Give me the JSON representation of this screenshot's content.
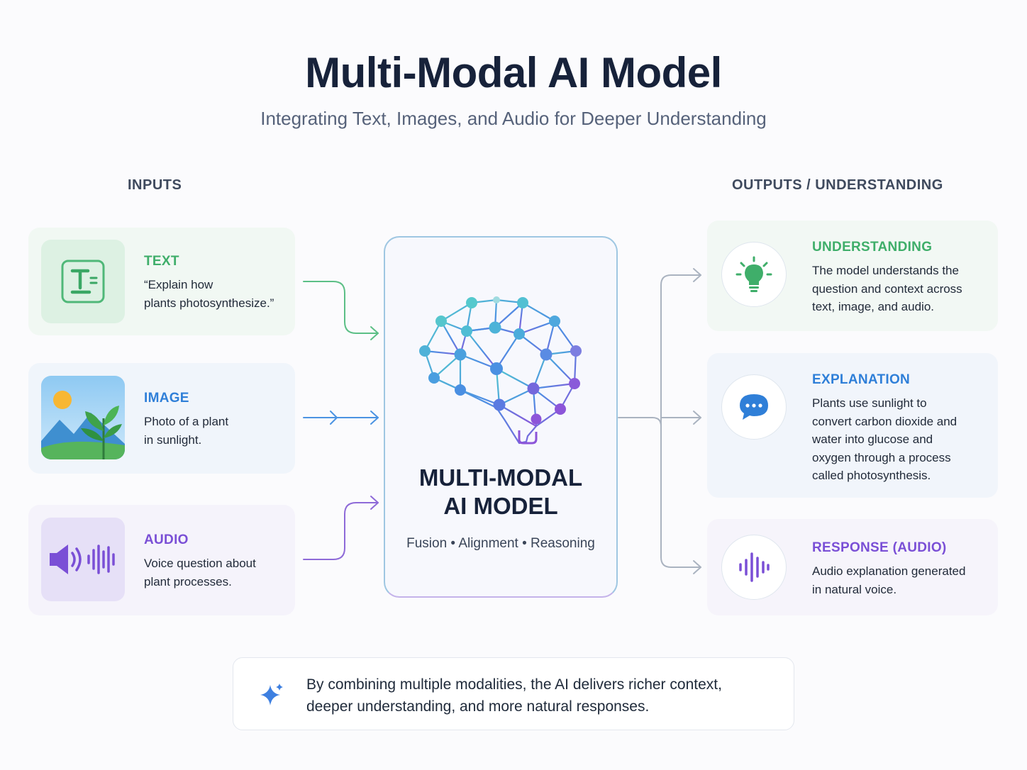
{
  "header": {
    "title": "Multi-Modal AI Model",
    "subtitle": "Integrating Text, Images, and Audio for Deeper Understanding"
  },
  "columns": {
    "inputs": "INPUTS",
    "outputs": "OUTPUTS / UNDERSTANDING"
  },
  "inputs": [
    {
      "title": "TEXT",
      "desc": "“Explain how\nplants photosynthesize.”",
      "color": "#3fae6a",
      "icon": "text-document-icon"
    },
    {
      "title": "IMAGE",
      "desc": "Photo of a plant\nin sunlight.",
      "color": "#2f7fd8",
      "icon": "plant-photo-icon"
    },
    {
      "title": "AUDIO",
      "desc": "Voice question about\nplant processes.",
      "color": "#7a4fd6",
      "icon": "speaker-waveform-icon"
    }
  ],
  "model": {
    "title": "MULTI-MODAL\nAI MODEL",
    "subtitle": "Fusion • Alignment • Reasoning",
    "icon": "neural-brain-icon"
  },
  "outputs": [
    {
      "title": "UNDERSTANDING",
      "desc": "The model understands the\nquestion and context across\ntext, image, and audio.",
      "color": "#3fae6a",
      "icon": "lightbulb-icon"
    },
    {
      "title": "EXPLANATION",
      "desc": "Plants use sunlight to\nconvert carbon dioxide and\nwater into glucose and\noxygen through a process\ncalled photosynthesis.",
      "color": "#2f7fd8",
      "icon": "chat-bubble-icon"
    },
    {
      "title": "RESPONSE (AUDIO)",
      "desc": "Audio explanation generated\nin natural voice.",
      "color": "#7a4fd6",
      "icon": "audio-wave-icon"
    }
  ],
  "note": {
    "text": "By combining multiple modalities, the AI delivers richer context,\ndeeper understanding, and more natural responses.",
    "icon": "sparkle-icon"
  }
}
